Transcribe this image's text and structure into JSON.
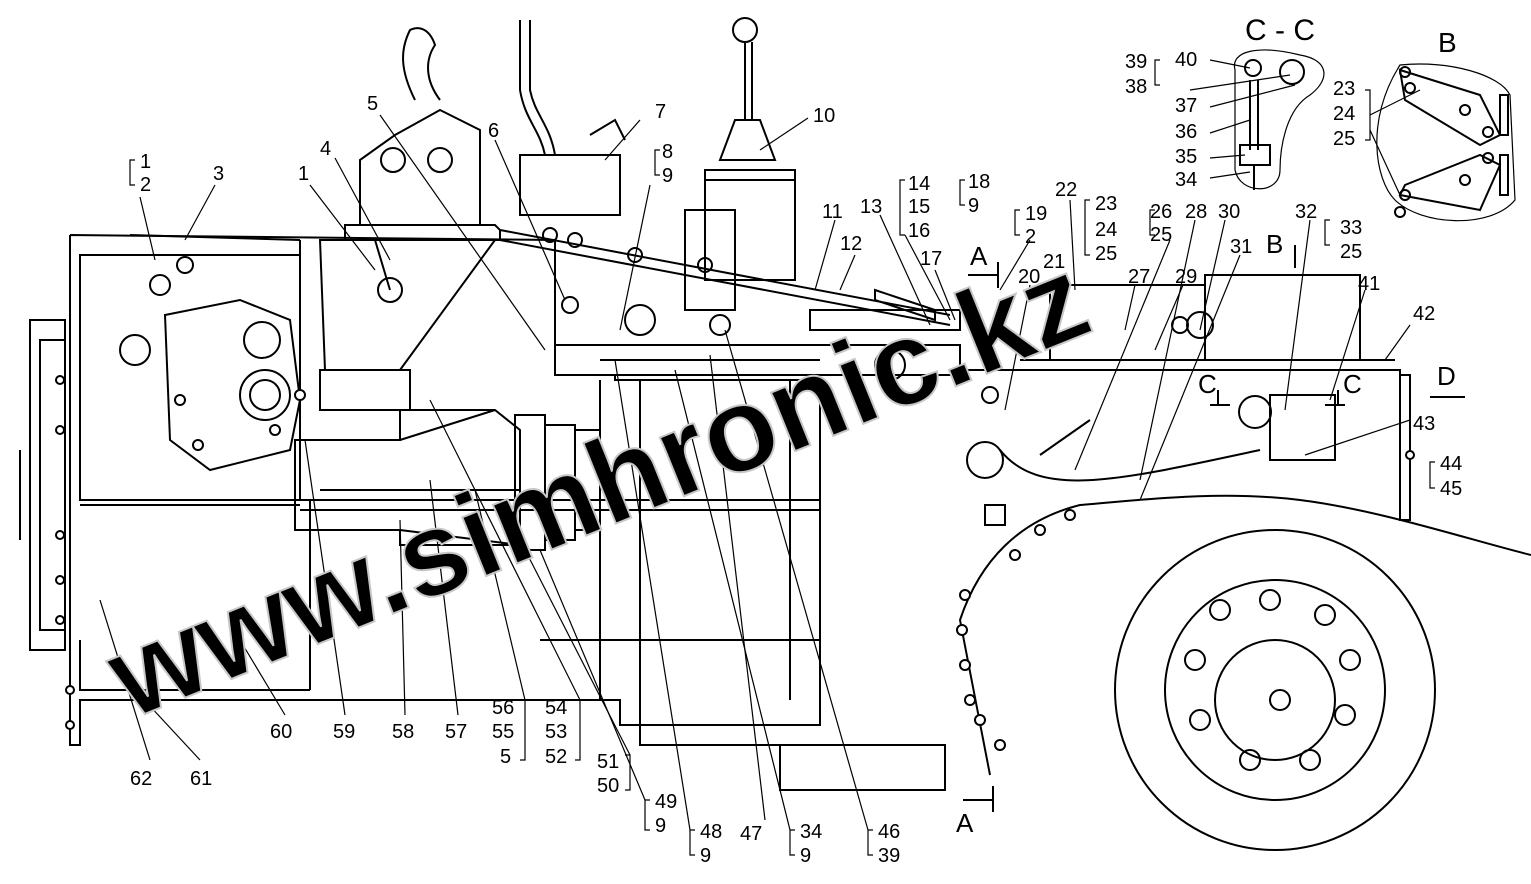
{
  "section_titles": {
    "cc": "C - C",
    "b": "B"
  },
  "section_marks": {
    "a_top": "A",
    "a_bottom": "A",
    "b_arrow": "B",
    "c_left": "C",
    "c_right": "C",
    "d": "D"
  },
  "watermark": "www.simhronic.kz",
  "callouts": [
    {
      "id": "c1",
      "text": "1"
    },
    {
      "id": "c2",
      "text": "2"
    },
    {
      "id": "c3",
      "text": "3"
    },
    {
      "id": "c4",
      "text": "4"
    },
    {
      "id": "c5",
      "text": "5"
    },
    {
      "id": "c1b",
      "text": "1"
    },
    {
      "id": "c6",
      "text": "6"
    },
    {
      "id": "c7",
      "text": "7"
    },
    {
      "id": "c8",
      "text": "8"
    },
    {
      "id": "c9a",
      "text": "9"
    },
    {
      "id": "c10",
      "text": "10"
    },
    {
      "id": "c11",
      "text": "11"
    },
    {
      "id": "c12",
      "text": "12"
    },
    {
      "id": "c13",
      "text": "13"
    },
    {
      "id": "c14",
      "text": "14"
    },
    {
      "id": "c15",
      "text": "15"
    },
    {
      "id": "c16",
      "text": "16"
    },
    {
      "id": "c17",
      "text": "17"
    },
    {
      "id": "c18",
      "text": "18"
    },
    {
      "id": "c9b",
      "text": "9"
    },
    {
      "id": "c19",
      "text": "19"
    },
    {
      "id": "c2b",
      "text": "2"
    },
    {
      "id": "c20",
      "text": "20"
    },
    {
      "id": "c21",
      "text": "21"
    },
    {
      "id": "c22",
      "text": "22"
    },
    {
      "id": "c23",
      "text": "23"
    },
    {
      "id": "c24",
      "text": "24"
    },
    {
      "id": "c25",
      "text": "25"
    },
    {
      "id": "c26",
      "text": "26"
    },
    {
      "id": "c25b",
      "text": "25"
    },
    {
      "id": "c27",
      "text": "27"
    },
    {
      "id": "c28",
      "text": "28"
    },
    {
      "id": "c29",
      "text": "29"
    },
    {
      "id": "c30",
      "text": "30"
    },
    {
      "id": "c31",
      "text": "31"
    },
    {
      "id": "c32",
      "text": "32"
    },
    {
      "id": "c33",
      "text": "33"
    },
    {
      "id": "c25c",
      "text": "25"
    },
    {
      "id": "c41",
      "text": "41"
    },
    {
      "id": "c42",
      "text": "42"
    },
    {
      "id": "c43",
      "text": "43"
    },
    {
      "id": "c44",
      "text": "44"
    },
    {
      "id": "c45",
      "text": "45"
    },
    {
      "id": "c39",
      "text": "39"
    },
    {
      "id": "c38",
      "text": "38"
    },
    {
      "id": "c40",
      "text": "40"
    },
    {
      "id": "c37",
      "text": "37"
    },
    {
      "id": "c36",
      "text": "36"
    },
    {
      "id": "c35",
      "text": "35"
    },
    {
      "id": "c34",
      "text": "34"
    },
    {
      "id": "c23b",
      "text": "23"
    },
    {
      "id": "c24b",
      "text": "24"
    },
    {
      "id": "c25d",
      "text": "25"
    },
    {
      "id": "c62",
      "text": "62"
    },
    {
      "id": "c61",
      "text": "61"
    },
    {
      "id": "c60",
      "text": "60"
    },
    {
      "id": "c59",
      "text": "59"
    },
    {
      "id": "c58",
      "text": "58"
    },
    {
      "id": "c57",
      "text": "57"
    },
    {
      "id": "c56",
      "text": "56"
    },
    {
      "id": "c55",
      "text": "55"
    },
    {
      "id": "c5b",
      "text": "5"
    },
    {
      "id": "c54",
      "text": "54"
    },
    {
      "id": "c53",
      "text": "53"
    },
    {
      "id": "c52",
      "text": "52"
    },
    {
      "id": "c51",
      "text": "51"
    },
    {
      "id": "c50",
      "text": "50"
    },
    {
      "id": "c49",
      "text": "49"
    },
    {
      "id": "c9c",
      "text": "9"
    },
    {
      "id": "c48",
      "text": "48"
    },
    {
      "id": "c9d",
      "text": "9"
    },
    {
      "id": "c47",
      "text": "47"
    },
    {
      "id": "c34b",
      "text": "34"
    },
    {
      "id": "c9e",
      "text": "9"
    },
    {
      "id": "c46",
      "text": "46"
    },
    {
      "id": "c39b",
      "text": "39"
    }
  ]
}
